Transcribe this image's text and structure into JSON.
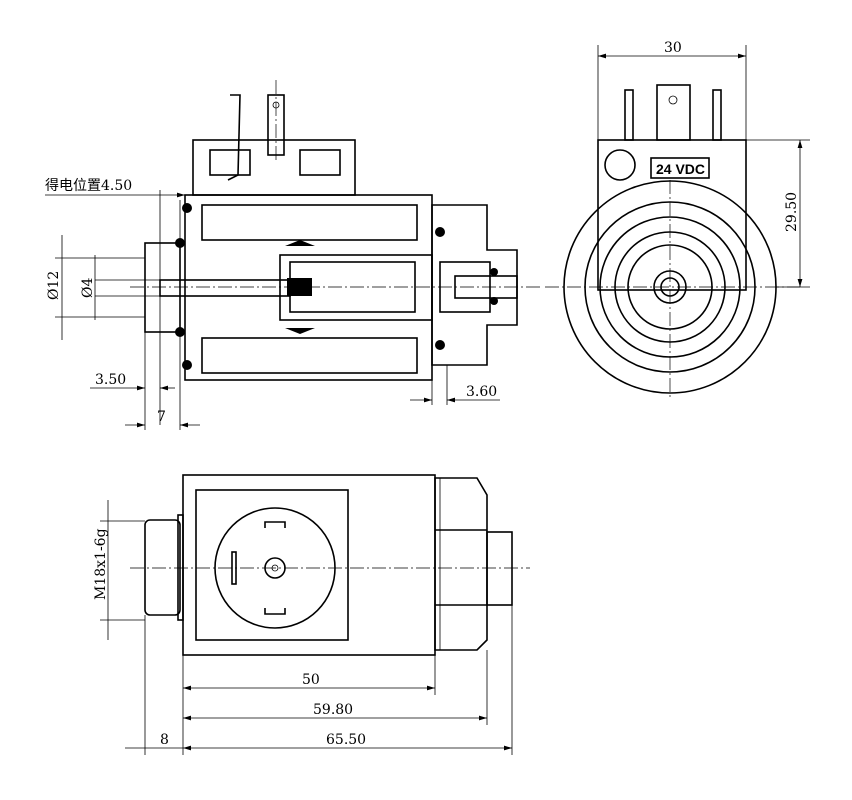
{
  "section_view": {
    "energized_position_label": "得电位置4.50",
    "dia_outer": "Ø12",
    "dia_inner": "Ø4",
    "dim_left_offset": "3.50",
    "dim_nut_width": "7",
    "dim_right_offset": "3.60"
  },
  "end_view": {
    "dim_width": "30",
    "dim_height": "29.50",
    "voltage_label": "24 VDC"
  },
  "top_view": {
    "thread_label": "M18x1-6g",
    "dim_body": "50",
    "dim_body_nut": "59.80",
    "dim_stub": "8",
    "dim_total": "65.50"
  }
}
